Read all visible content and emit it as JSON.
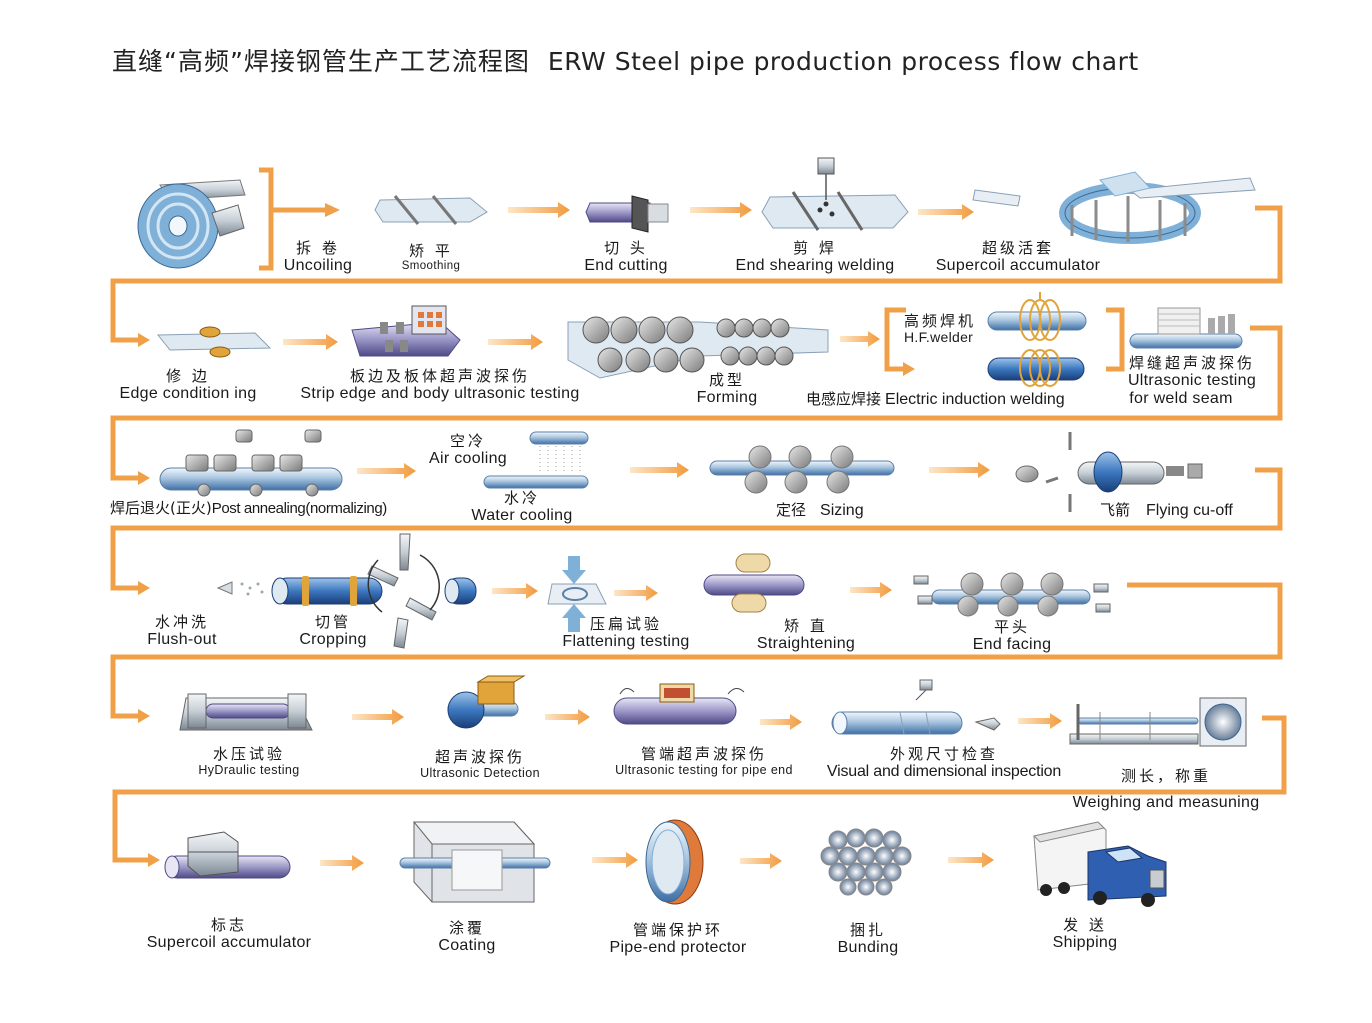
{
  "title": {
    "zh": "直缝“高频”焊接钢管生产工艺流程图",
    "en": "ERW Steel pipe production process flow chart"
  },
  "colors": {
    "flow": "#f1a04a",
    "pipe": "#7fb0d8",
    "pipe_dark": "#2f66a8",
    "steel": "#b9c4cc"
  },
  "steps": {
    "uncoiling": {
      "zh": "拆 卷",
      "en": "Uncoiling"
    },
    "smoothing": {
      "zh": "矫 平",
      "en": "Smoothing"
    },
    "end_cutting": {
      "zh": "切 头",
      "en": "End cutting"
    },
    "end_shearing_welding": {
      "zh": "剪 焊",
      "en": "End shearing welding"
    },
    "supercoil_accumulator": {
      "zh": "超级活套",
      "en": "Supercoil accumulator"
    },
    "edge_conditioning": {
      "zh": "修 边",
      "en": "Edge condition ing"
    },
    "strip_ultrasonic": {
      "zh": "板边及板体超声波探伤",
      "en": "Strip edge and body ultrasonic testing"
    },
    "forming": {
      "zh": "成型",
      "en": "Forming"
    },
    "hf_welder": {
      "zh": "高频焊机",
      "en": "H.F.welder"
    },
    "induction_welding": {
      "zh": "电感应焊接",
      "en": "Electric induction welding"
    },
    "weld_seam_ultrasonic": {
      "zh": "焊缝超声波探伤",
      "en1": "Ultrasonic testing",
      "en2": "for weld seam"
    },
    "post_annealing": {
      "zh": "焊后退火(正火)",
      "en": "Post annealing(normalizing)"
    },
    "air_cooling": {
      "zh": "空冷",
      "en": "Air cooling"
    },
    "water_cooling": {
      "zh": "水冷",
      "en": "Water cooling"
    },
    "sizing": {
      "zh": "定径",
      "en": "Sizing"
    },
    "flying_cutoff": {
      "zh": "飞箭",
      "en": "Flying cu-off"
    },
    "flush_out": {
      "zh": "水冲洗",
      "en": "Flush-out"
    },
    "cropping": {
      "zh": "切管",
      "en": "Cropping"
    },
    "flattening": {
      "zh": "压扁试验",
      "en": "Flattening testing"
    },
    "straightening": {
      "zh": "矫 直",
      "en": "Straightening"
    },
    "end_facing": {
      "zh": "平头",
      "en": "End facing"
    },
    "hydraulic": {
      "zh": "水压试验",
      "en": "HyDraulic testing"
    },
    "ultrasonic_detection": {
      "zh": "超声波探伤",
      "en": "Ultrasonic Detection"
    },
    "pipe_end_ultrasonic": {
      "zh": "管端超声波探伤",
      "en": "Ultrasonic testing for pipe end"
    },
    "visual_inspection": {
      "zh": "外观尺寸检查",
      "en": "Visual and dimensional inspection"
    },
    "weighing": {
      "zh": "测长，称重",
      "en": "Weighing and measuning"
    },
    "marking": {
      "zh": "标志",
      "en": "Supercoil accumulator"
    },
    "coating": {
      "zh": "涂覆",
      "en": "Coating"
    },
    "pipe_end_protector": {
      "zh": "管端保护环",
      "en": "Pipe-end protector"
    },
    "bunding": {
      "zh": "捆扎",
      "en": "Bunding"
    },
    "shipping": {
      "zh": "发 送",
      "en": "Shipping"
    }
  }
}
